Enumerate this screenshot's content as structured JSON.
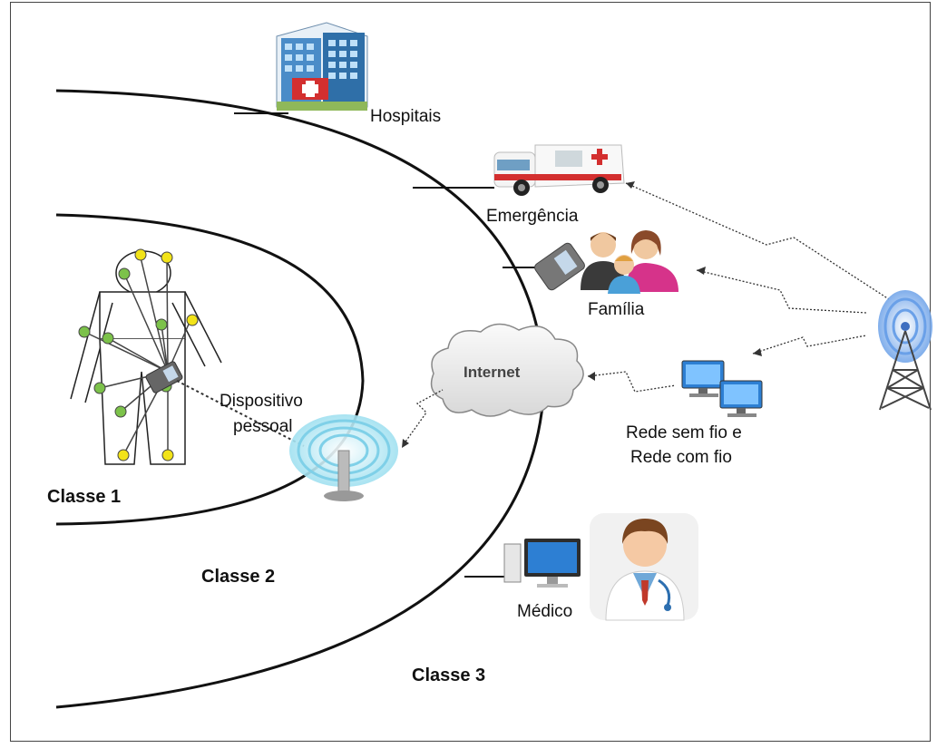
{
  "labels": {
    "hospitals": "Hospitais",
    "emergency": "Emergência",
    "family": "Família",
    "internet": "Internet",
    "personal_device_line1": "Dispositivo",
    "personal_device_line2": "pessoal",
    "network_line1": "Rede sem fio e",
    "network_line2": "Rede com fio",
    "doctor": "Médico",
    "class1": "Classe 1",
    "class2": "Classe 2",
    "class3": "Classe 3"
  },
  "colors": {
    "sensor_green": "#7cc24a",
    "sensor_yellow": "#f2e318",
    "cloud_fill": "#eeeeee",
    "ambulance_red": "#d32f2f",
    "hospital_blue": "#4a8cc8",
    "screen_blue": "#2d7fd3",
    "wifi_cyan": "#7fd0e8",
    "tower_glow": "#6aa0e8"
  },
  "icons": [
    "hospital-icon",
    "ambulance-icon",
    "family-icon",
    "phone-icon",
    "internet-cloud-icon",
    "access-point-icon",
    "computers-icon",
    "cell-tower-icon",
    "doctor-icon",
    "desktop-icon",
    "body-sensor-figure"
  ]
}
